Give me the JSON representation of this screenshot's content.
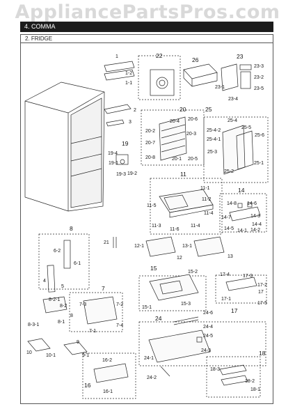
{
  "watermark": "AppliancePartsPros.com",
  "header": {
    "section": "4. COMMA",
    "subsection": "2. FRIDGE"
  },
  "labels": {
    "p1": "1",
    "p1_1": "1-1",
    "p1_2": "1-2",
    "p2": "2",
    "p3": "3",
    "p4": "4",
    "p5": "5",
    "p6_1": "6-1",
    "p6_2": "6-2",
    "p7": "7",
    "p7_1": "7-1",
    "p7_2": "7-2",
    "p7_3": "7-3",
    "p7_4": "7-4",
    "p8": "8",
    "p8a": "8",
    "p8_1": "8-1",
    "p8_2": "8-2",
    "p8_2_1": "8-2-1",
    "p8_3_1": "8-3-1",
    "p9": "9",
    "p9_1": "9-1",
    "p10": "10",
    "p10_1": "10-1",
    "p11": "11",
    "p11_1": "11-1",
    "p11_2": "11-2",
    "p11_3": "11-3",
    "p11_4a": "11-4",
    "p11_4b": "11-4",
    "p11_5": "11-5",
    "p11_6": "11-6",
    "p12": "12",
    "p12_1": "12-1",
    "p13": "13",
    "p13_1": "13-1",
    "p14": "14",
    "p14_1": "14-1",
    "p14_2": "14-2",
    "p14_3": "14-3",
    "p14_4": "14-4",
    "p14_5": "14-5",
    "p14_6": "14-6",
    "p14_7": "14-7",
    "p14_8": "14-8",
    "p15": "15",
    "p15_1": "15-1",
    "p15_2": "15-2",
    "p15_3": "15-3",
    "p16": "16",
    "p16_1": "16-1",
    "p16_2": "16-2",
    "p17": "17",
    "p17a": "17",
    "p17_1": "17-1",
    "p17_2": "17-2",
    "p17_3": "17-3",
    "p17_4": "17-4",
    "p17_5": "17-5",
    "p18": "18",
    "p18_1": "18-1",
    "p18_2": "18-2",
    "p18_3": "18-3",
    "p19": "19",
    "p19_1": "19-1",
    "p19_2": "19-2",
    "p19_3": "19-3",
    "p19_4": "19-4",
    "p20": "20",
    "p20_1": "20-1",
    "p20_2": "20-2",
    "p20_3": "20-3",
    "p20_4": "20-4",
    "p20_5": "20-5",
    "p20_6": "20-6",
    "p20_7": "20-7",
    "p20_8": "20-8",
    "p21": "21",
    "p22": "22",
    "p23": "23",
    "p23_1": "23-1",
    "p23_2": "23-2",
    "p23_3": "23-3",
    "p23_4": "23-4",
    "p23_5": "23-5",
    "p24": "24",
    "p24_1": "24-1",
    "p24_2": "24-2",
    "p24_3": "24-3",
    "p24_4": "24-4",
    "p24_5": "24-5",
    "p24_6": "24-6",
    "p25": "25",
    "p25_1": "25-1",
    "p25_2": "25-2",
    "p25_3": "25-3",
    "p25_4": "25-4",
    "p25_4_1": "25-4-1",
    "p25_4_2": "25-4-2",
    "p25_5": "25-5",
    "p25_6": "25-6",
    "p26": "26"
  }
}
